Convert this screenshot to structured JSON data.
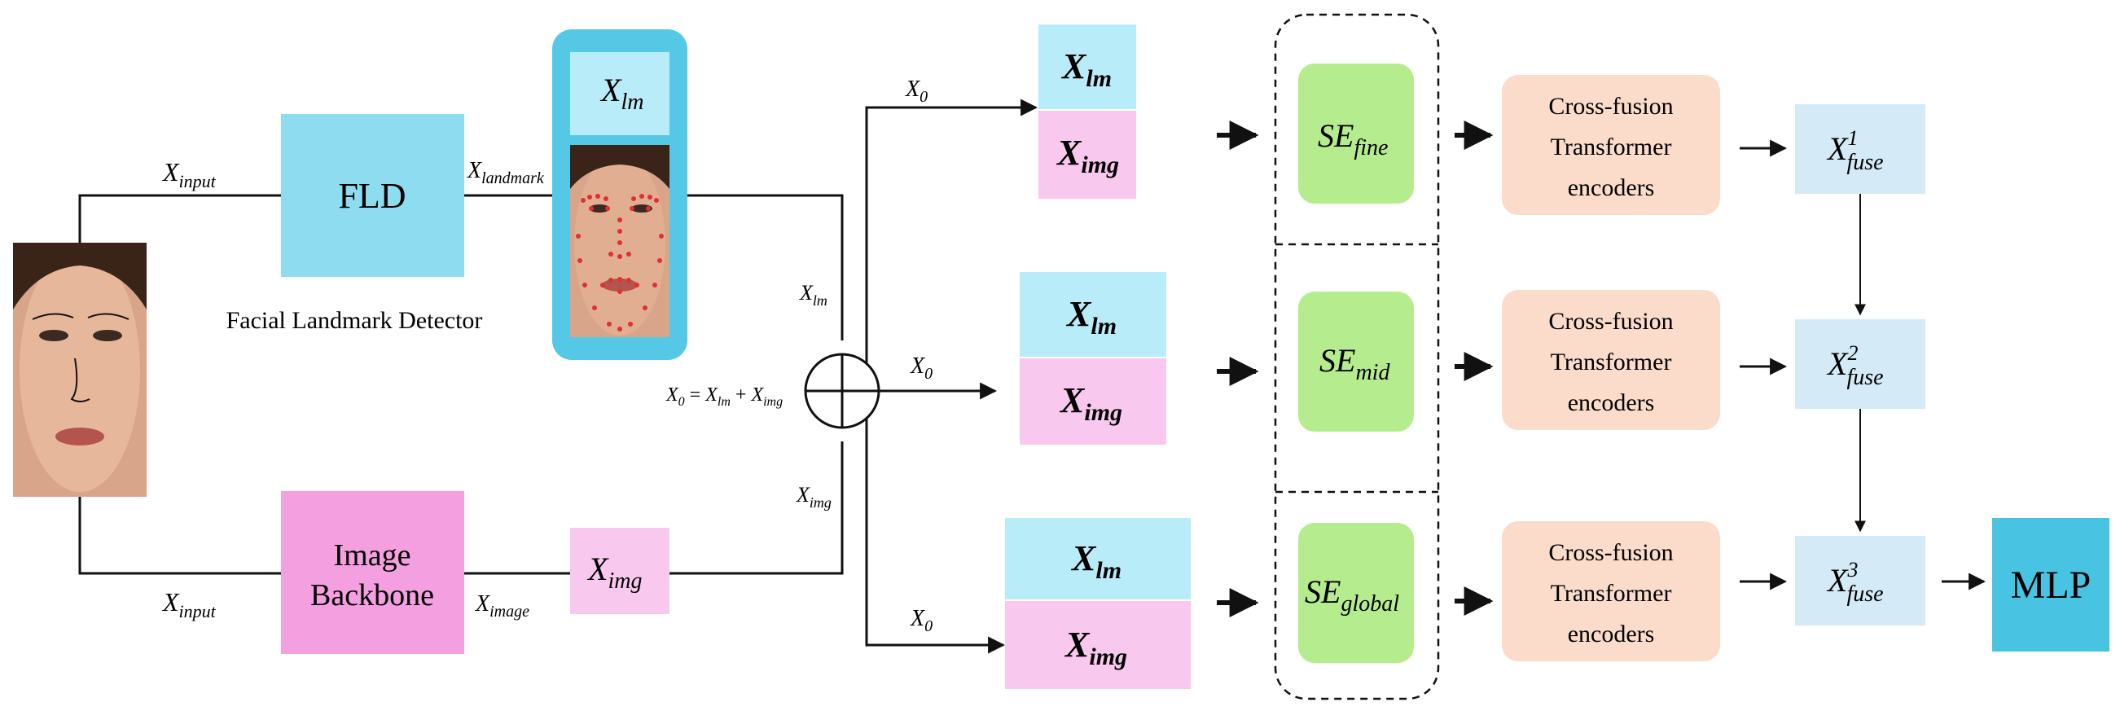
{
  "colors": {
    "fld": "#8ddcf0",
    "backbone": "#f49fe0",
    "lm_token": "#b8ecf8",
    "img_token": "#f9c8ee",
    "landmark_frame": "#55c8e6",
    "se_block": "#b4ec8e",
    "cross_fusion": "#fbdccb",
    "fuse_box": "#d4eaf6",
    "mlp": "#49c3e2",
    "face_skin": "#d9a58a",
    "landmark_dot": "#e03030"
  },
  "inputs": {
    "x_input_top": {
      "base": "X",
      "sub": "input"
    },
    "x_input_bottom": {
      "base": "X",
      "sub": "input"
    }
  },
  "fld": {
    "label": "FLD",
    "caption": "Facial Landmark Detector"
  },
  "landmark": {
    "edge": {
      "base": "X",
      "sub": "landmark"
    },
    "token": {
      "base": "X",
      "sub": "lm"
    }
  },
  "backbone": {
    "line1": "Image",
    "line2": "Backbone",
    "edge": {
      "base": "X",
      "sub": "image"
    },
    "token": {
      "base": "X",
      "sub": "img"
    }
  },
  "combine": {
    "x_lm": {
      "base": "X",
      "sub": "lm"
    },
    "x_img": {
      "base": "X",
      "sub": "img"
    },
    "equation": {
      "lhs_base": "X",
      "lhs_sub": "0",
      "eq": " = ",
      "t1_base": "X",
      "t1_sub": "lm",
      "plus": " + ",
      "t2_base": "X",
      "t2_sub": "img"
    }
  },
  "x0": {
    "base": "X",
    "sub": "0"
  },
  "branches": [
    {
      "lm": {
        "base": "X",
        "sub": "lm"
      },
      "img": {
        "base": "X",
        "sub": "img"
      },
      "se": {
        "base": "SE",
        "sub": "fine"
      },
      "cf": [
        "Cross-fusion",
        "Transformer",
        "encoders"
      ],
      "fuse": {
        "base": "X",
        "sub": "fuse",
        "sup": "1"
      }
    },
    {
      "lm": {
        "base": "X",
        "sub": "lm"
      },
      "img": {
        "base": "X",
        "sub": "img"
      },
      "se": {
        "base": "SE",
        "sub": "mid"
      },
      "cf": [
        "Cross-fusion",
        "Transformer",
        "encoders"
      ],
      "fuse": {
        "base": "X",
        "sub": "fuse",
        "sup": "2"
      }
    },
    {
      "lm": {
        "base": "X",
        "sub": "lm"
      },
      "img": {
        "base": "X",
        "sub": "img"
      },
      "se": {
        "base": "SE",
        "sub": "global"
      },
      "cf": [
        "Cross-fusion",
        "Transformer",
        "encoders"
      ],
      "fuse": {
        "base": "X",
        "sub": "fuse",
        "sup": "3"
      }
    }
  ],
  "mlp": {
    "label": "MLP"
  }
}
